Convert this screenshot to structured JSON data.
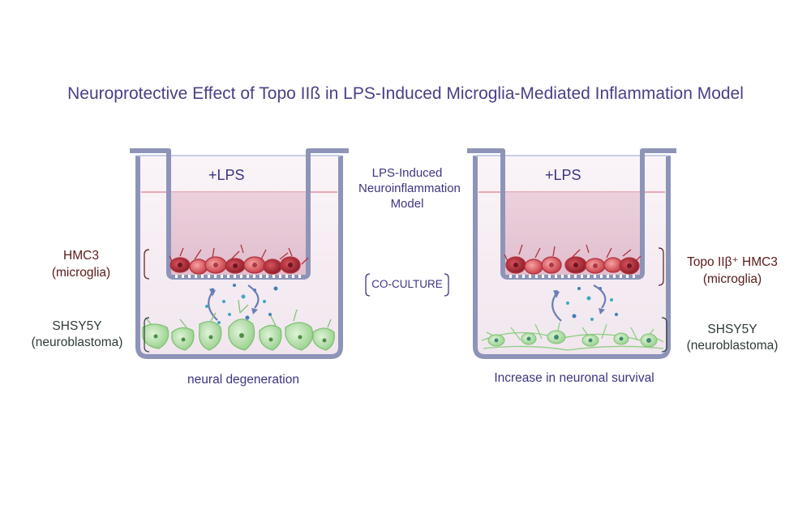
{
  "title": "Neuroprotective Effect of Topo IIß in LPS-Induced Microglia-Mediated Inflammation Model",
  "center": {
    "model_line1": "LPS-Induced",
    "model_line2": "Neuroinflammation",
    "model_line3": "Model",
    "coculture": "CO-CULTURE"
  },
  "left_well": {
    "treatment": "+LPS",
    "microglia_line1": "HMC3",
    "microglia_line2": "(microglia)",
    "neuron_line1": "SHSY5Y",
    "neuron_line2": "(neuroblastoma)",
    "outcome": "neural degeneration"
  },
  "right_well": {
    "treatment": "+LPS",
    "microglia_line1": "Topo IIβ⁺ HMC3",
    "microglia_line2": "(microglia)",
    "neuron_line1": "SHSY5Y",
    "neuron_line2": "(neuroblastoma)",
    "outcome": "Increase in neuronal survival"
  },
  "colors": {
    "title": "#4a3f86",
    "well_frame": "#8d94b8",
    "medium": "#f4eaf2",
    "insert_medium": "#e6c9d6",
    "microglia": "#c94a55",
    "neurons": "#9ed394"
  }
}
